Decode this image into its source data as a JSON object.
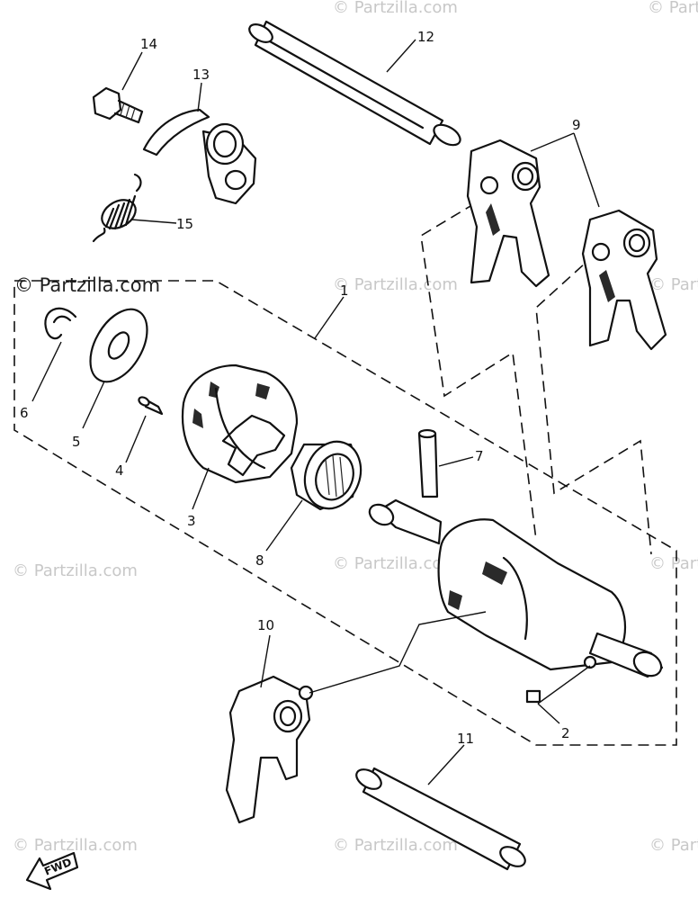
{
  "watermark": {
    "text": "© Partzilla.com",
    "primary_text": "© Partzilla.com"
  },
  "callouts": [
    {
      "id": "callout-1",
      "label": "1"
    },
    {
      "id": "callout-2",
      "label": "2"
    },
    {
      "id": "callout-3",
      "label": "3"
    },
    {
      "id": "callout-4",
      "label": "4"
    },
    {
      "id": "callout-5",
      "label": "5"
    },
    {
      "id": "callout-6",
      "label": "6"
    },
    {
      "id": "callout-7",
      "label": "7"
    },
    {
      "id": "callout-8",
      "label": "8"
    },
    {
      "id": "callout-9",
      "label": "9"
    },
    {
      "id": "callout-10",
      "label": "10"
    },
    {
      "id": "callout-11",
      "label": "11"
    },
    {
      "id": "callout-12",
      "label": "12"
    },
    {
      "id": "callout-13",
      "label": "13"
    },
    {
      "id": "callout-14",
      "label": "14"
    },
    {
      "id": "callout-15",
      "label": "15"
    }
  ],
  "direction_badge": {
    "text": "FWD"
  }
}
